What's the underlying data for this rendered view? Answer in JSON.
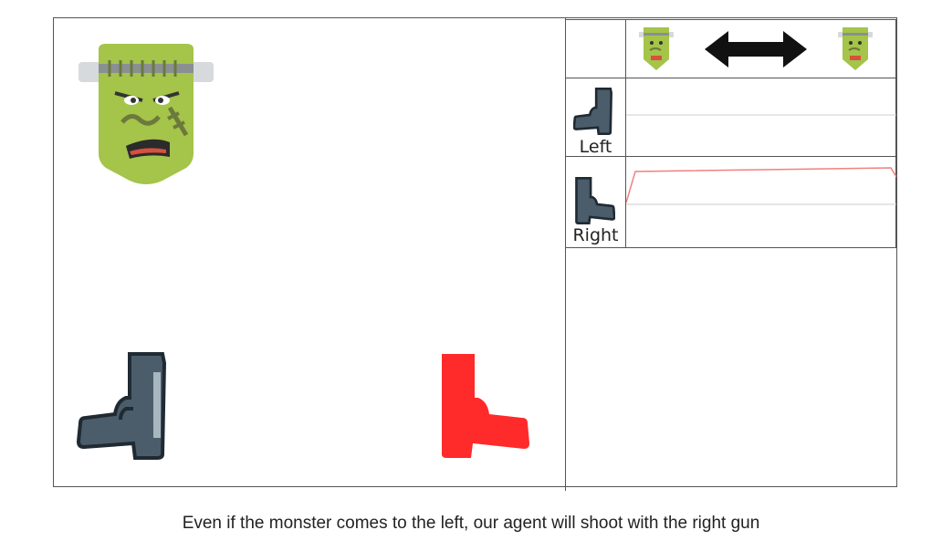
{
  "caption": "Even if the monster comes to the left, our agent will shoot with the right gun",
  "table": {
    "rows": [
      {
        "label": "Left",
        "icon": "gun-left-icon"
      },
      {
        "label": "Right",
        "icon": "gun-right-icon"
      }
    ],
    "header_icons": [
      "monster-icon",
      "double-arrow-icon",
      "monster-icon"
    ]
  },
  "scene": {
    "monster_icon": "frankenstein-monster-icon",
    "left_gun_color": "#4b5d6b",
    "right_gun_color": "#ff2a2a",
    "selected_gun": "right"
  },
  "colors": {
    "monster_green": "#a4c44a",
    "monster_dark": "#6b7a3a",
    "curve_red": "#f08080",
    "gridline": "#cccccc"
  }
}
